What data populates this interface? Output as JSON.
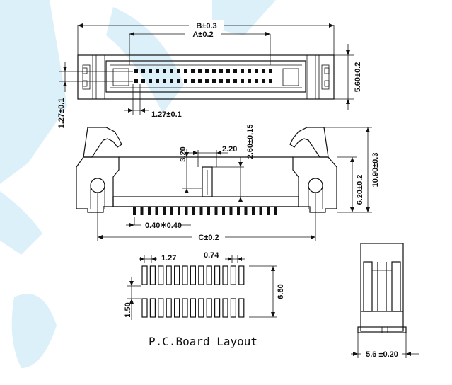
{
  "dimensions": {
    "top_b": "B±0.3",
    "top_a": "A±0.2",
    "top_height": "5.60±0.2",
    "top_pitch_left": "1.27±0.1",
    "top_pitch_bottom": "1.27±0.1",
    "side_220": "2.20",
    "side_320": "3.20",
    "side_260": "2.60±0.15",
    "side_1090": "10.90±0.3",
    "side_620": "6.20±0.2",
    "side_pin": "0.40✱0.40",
    "side_c": "C±0.2",
    "pcb_127": "1.27",
    "pcb_074": "0.74",
    "pcb_150": "1.50",
    "pcb_660": "6.60",
    "end_56": "5.6 ±0.20"
  },
  "labels": {
    "pcb_layout": "P.C.Board Layout"
  }
}
